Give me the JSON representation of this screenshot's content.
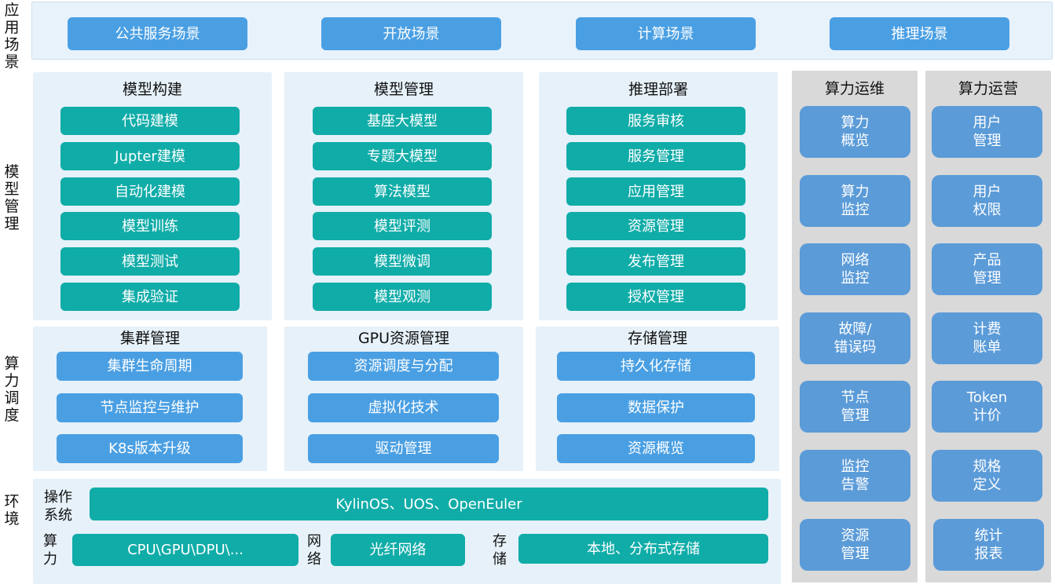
{
  "side_labels": {
    "app_scene": [
      "应",
      "用",
      "场",
      "景"
    ],
    "model_mgmt": [
      "模",
      "型",
      "管",
      "理"
    ],
    "compute_sched": [
      "算",
      "力",
      "调",
      "度"
    ],
    "env": [
      "环",
      "境"
    ]
  },
  "app_scenes": [
    "公共服务场景",
    "开放场景",
    "计算场景",
    "推理场景"
  ],
  "model_build": {
    "title": "模型构建",
    "items": [
      "代码建模",
      "Jupter建模",
      "自动化建模",
      "模型训练",
      "模型测试",
      "集成验证"
    ]
  },
  "model_manage": {
    "title": "模型管理",
    "items": [
      "基座大模型",
      "专题大模型",
      "算法模型",
      "模型评测",
      "模型微调",
      "模型观测"
    ]
  },
  "inference_deploy": {
    "title": "推理部署",
    "items": [
      "服务审核",
      "服务管理",
      "应用管理",
      "资源管理",
      "发布管理",
      "授权管理"
    ]
  },
  "cluster_mgmt": {
    "title": "集群管理",
    "items": [
      "集群生命周期",
      "节点监控与维护",
      "K8s版本升级"
    ]
  },
  "gpu_mgmt": {
    "title": "GPU资源管理",
    "items": [
      "资源调度与分配",
      "虚拟化技术",
      "驱动管理"
    ]
  },
  "storage_mgmt": {
    "title": "存储管理",
    "items": [
      "持久化存储",
      "数据保护",
      "资源概览"
    ]
  },
  "compute_ops": {
    "title": "算力运维",
    "items": [
      [
        "算力",
        "概览"
      ],
      [
        "算力",
        "监控"
      ],
      [
        "网络",
        "监控"
      ],
      [
        "故障/",
        "错误码"
      ],
      [
        "节点",
        "管理"
      ],
      [
        "监控",
        "告警"
      ],
      [
        "资源",
        "管理"
      ]
    ]
  },
  "compute_operation": {
    "title": "算力运营",
    "items": [
      [
        "用户",
        "管理"
      ],
      [
        "用户",
        "权限"
      ],
      [
        "产品",
        "管理"
      ],
      [
        "计费",
        "账单"
      ],
      [
        "Token",
        "计价"
      ],
      [
        "规格",
        "定义"
      ],
      [
        "统计",
        "报表"
      ]
    ]
  },
  "environment": {
    "os_label": [
      "操作",
      "系统"
    ],
    "os_value": "KylinOS、UOS、OpenEuler",
    "compute_label": [
      "算",
      "力"
    ],
    "compute_value": "CPU\\GPU\\DPU\\...",
    "network_label": [
      "网",
      "络"
    ],
    "network_value": "光纤网络",
    "storage_label": [
      "存",
      "储"
    ],
    "storage_value": "本地、分布式存储"
  },
  "colors": {
    "blue_button": "#4a9fe3",
    "teal_button": "#10aca8",
    "side_button": "#5b9bd8",
    "panel_bg": "#e6f1f9",
    "gray_panel": "#d9d9d9"
  }
}
